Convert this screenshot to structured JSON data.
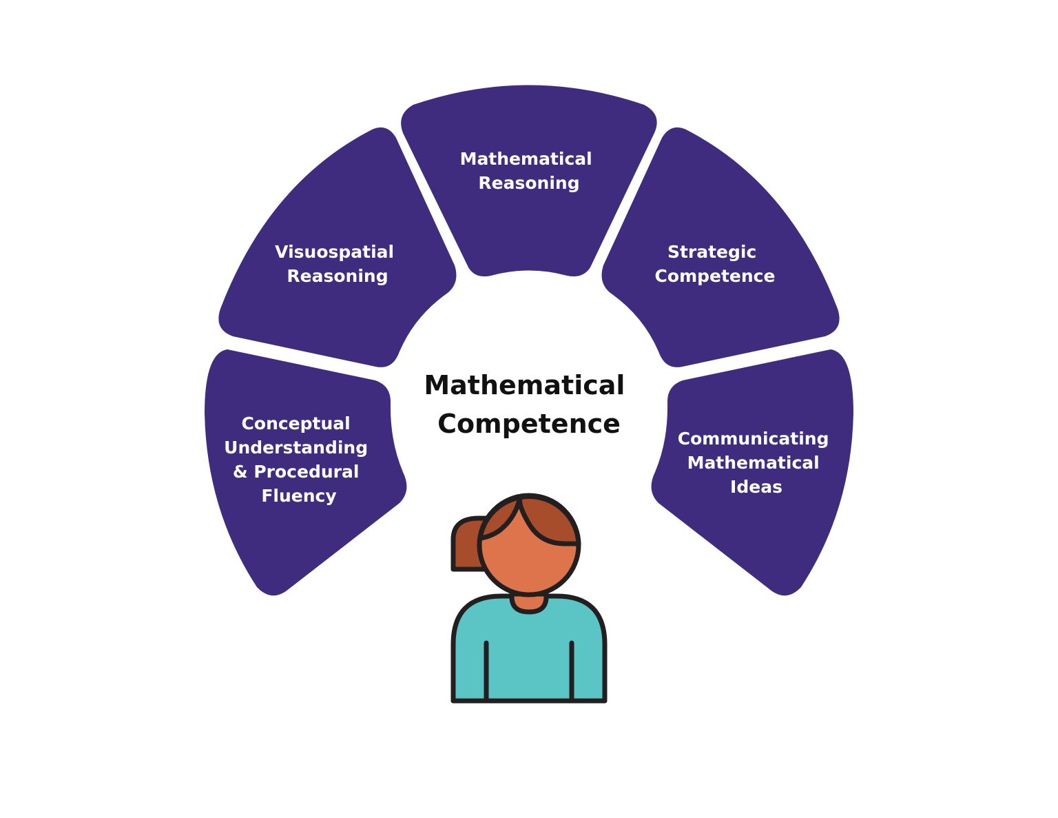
{
  "diagram": {
    "center_title": {
      "line1": "Mathematical",
      "line2": "Competence"
    },
    "segments": [
      {
        "label_lines": [
          "Conceptual",
          "Understanding",
          "& Procedural",
          "Fluency"
        ]
      },
      {
        "label_lines": [
          "Visuospatial",
          "Reasoning"
        ]
      },
      {
        "label_lines": [
          "Mathematical",
          "Reasoning"
        ]
      },
      {
        "label_lines": [
          "Strategic",
          "Competence"
        ]
      },
      {
        "label_lines": [
          "Communicating",
          "Mathematical",
          "Ideas"
        ]
      }
    ],
    "colors": {
      "segment_fill": "#3f2c7e",
      "segment_text": "#ffffff",
      "title_text": "#111111",
      "hair": "#a84d2c",
      "skin": "#de744c",
      "shirt": "#5bc4c4",
      "outline": "#231f20"
    },
    "person_icon": "student-person-icon"
  }
}
